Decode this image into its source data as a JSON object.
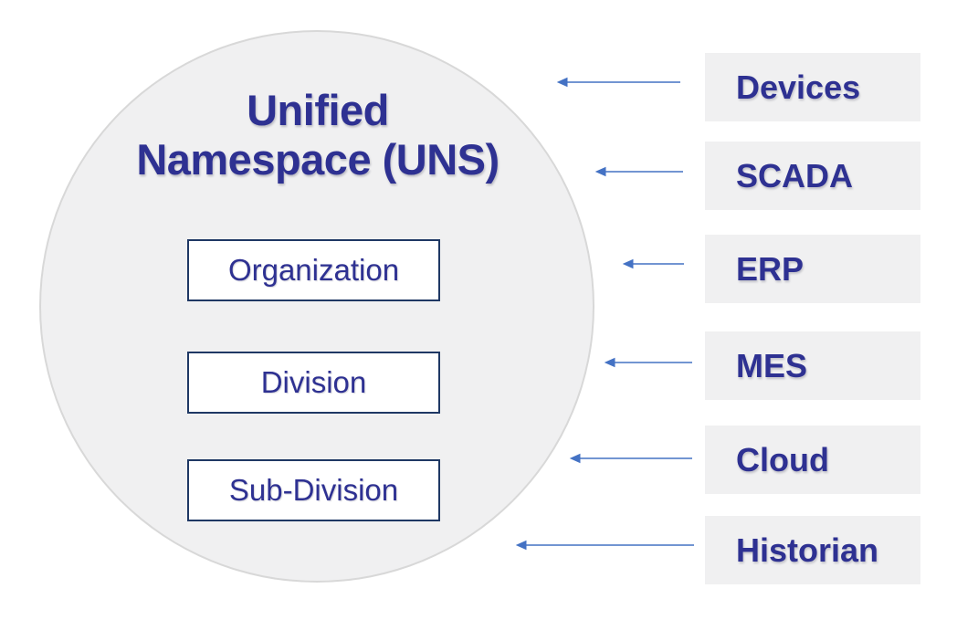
{
  "diagram": {
    "title": {
      "line1": "Unified",
      "line2": "Namespace (UNS)"
    },
    "hierarchy": {
      "items": [
        {
          "label": "Organization"
        },
        {
          "label": "Division"
        },
        {
          "label": "Sub-Division"
        }
      ]
    },
    "external_systems": {
      "items": [
        {
          "label": "Devices"
        },
        {
          "label": "SCADA"
        },
        {
          "label": "ERP"
        },
        {
          "label": "MES"
        },
        {
          "label": "Cloud"
        },
        {
          "label": "Historian"
        }
      ]
    },
    "colors": {
      "text_navy": "#2e3192",
      "hierarchy_box_border": "#1f3864",
      "circle_fill": "#f0f0f1",
      "circle_border": "#d8d8d8",
      "external_box_fill": "#f0f0f1",
      "arrow_blue": "#4472c4",
      "background": "#ffffff"
    }
  }
}
